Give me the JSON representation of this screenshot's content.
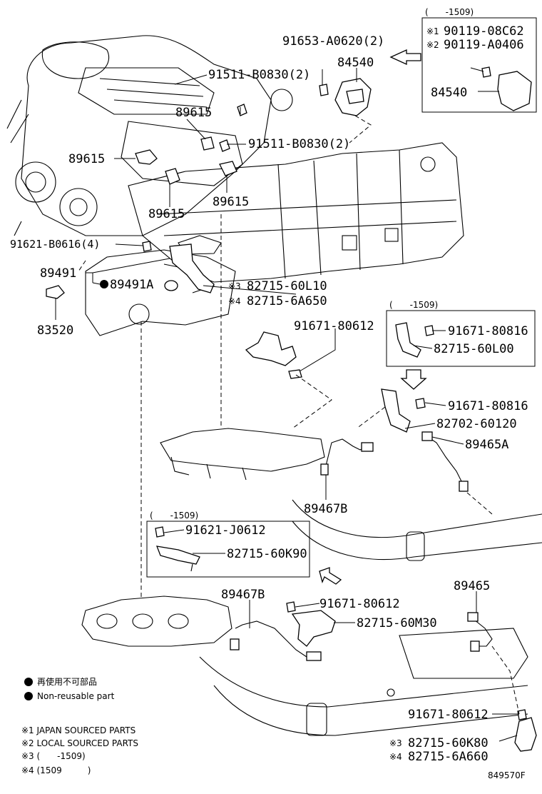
{
  "labels": {
    "p84540_top": "84540",
    "p91653": "91653-A0620(2)",
    "p91511_a": "91511-B0830(2)",
    "p91511_b": "91511-B0830(2)",
    "p89615_a": "89615",
    "p89615_b": "89615",
    "p89615_c": "89615",
    "p89615_d": "89615",
    "p91621": "91621-B0616(4)",
    "p89491": "89491",
    "p89491A": "89491A",
    "p83520": "83520",
    "p82715_60L10": "82715-60L10",
    "p82715_6A650": "82715-6A650",
    "p91671_a": "91671-80612",
    "p91671_b": "91671-80816",
    "p82715_60L00": "82715-60L00",
    "p91671_c": "91671-80816",
    "p82702": "82702-60120",
    "p89465A": "89465A",
    "p89467B_a": "89467B",
    "p91621_J": "91621-J0612",
    "p82715_60K90": "82715-60K90",
    "p89467B_b": "89467B",
    "p91671_d": "91671-80612",
    "p82715_60M30": "82715-60M30",
    "p89465": "89465",
    "p91671_e": "91671-80612",
    "p82715_60K80": "82715-60K80",
    "p82715_6A660": "82715-6A660",
    "p84540_box": "84540",
    "p90119_08C62": "90119-08C62",
    "p90119_A0406": "90119-A0406"
  },
  "marks": {
    "m1": "※1",
    "m2": "※2",
    "m3a": "※3",
    "m4a": "※4",
    "m3b": "※3",
    "m4b": "※4"
  },
  "boxes": {
    "box1_date": "(　　-1509)",
    "box2_date": "(　　-1509)",
    "box3_date": "(　　-1509)"
  },
  "legend": {
    "nonreuse_jp": "再使用不可部品",
    "nonreuse_en": "Non-reusable part",
    "note1": "※1 JAPAN SOURCED PARTS",
    "note2": "※2 LOCAL SOURCED PARTS",
    "note3": "※3 (　　-1509)",
    "note4": "※4 (1509　　　)"
  },
  "figure_id": "849570F"
}
